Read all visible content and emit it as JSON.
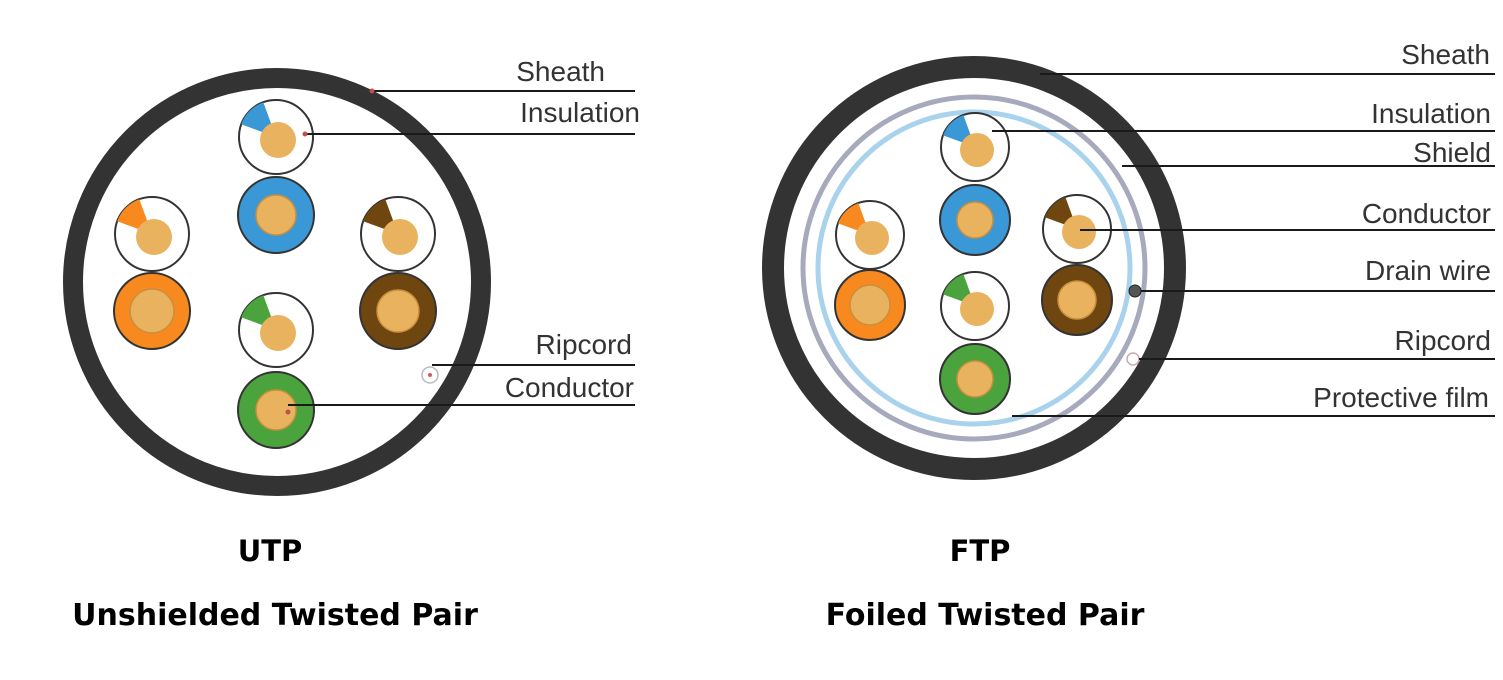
{
  "utp": {
    "labels": {
      "sheath": "Sheath",
      "insulation": "Insulation",
      "ripcord": "Ripcord",
      "conductor": "Conductor"
    },
    "abbr": "UTP",
    "full_name": "Unshielded Twisted Pair"
  },
  "ftp": {
    "labels": {
      "sheath": "Sheath",
      "insulation": "Insulation",
      "shield": "Shield",
      "conductor": "Conductor",
      "drain_wire": "Drain wire",
      "ripcord": "Ripcord",
      "protective_film": "Protective film"
    },
    "abbr": "FTP",
    "full_name": "Foiled Twisted Pair"
  },
  "colors": {
    "sheath": "#333333",
    "copper": "#e9b25f",
    "blue": "#3a98d6",
    "orange": "#f7891f",
    "brown": "#6f4610",
    "green": "#4aa33d",
    "shield": "#a7a9bd",
    "protective_film": "#a9d2ec",
    "leader_line": "#1a1a1a"
  }
}
